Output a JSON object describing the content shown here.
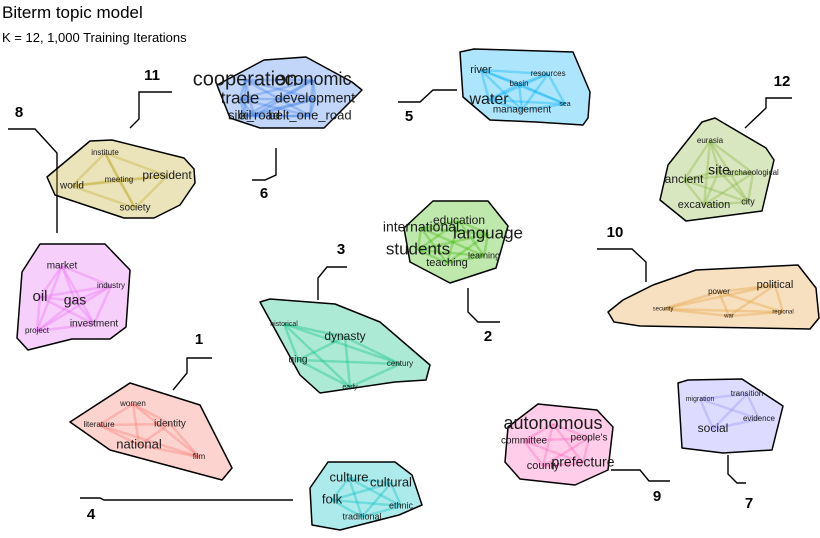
{
  "header": {
    "title": "Biterm topic model",
    "subtitle": "K = 12, 1,000 Training Iterations"
  },
  "topics": [
    {
      "id": "1",
      "color": "#f8766d",
      "words": [
        "women",
        "literature",
        "identity",
        "national",
        "film"
      ]
    },
    {
      "id": "2",
      "color": "#39b600",
      "words": [
        "education",
        "international",
        "language",
        "students",
        "learning",
        "teaching"
      ]
    },
    {
      "id": "3",
      "color": "#00bf7d",
      "words": [
        "historical",
        "dynasty",
        "qing",
        "century",
        "early"
      ]
    },
    {
      "id": "4",
      "color": "#00bfc4",
      "words": [
        "culture",
        "cultural",
        "folk",
        "ethnic",
        "traditional"
      ]
    },
    {
      "id": "5",
      "color": "#00b0f6",
      "words": [
        "river",
        "resources",
        "basin",
        "water",
        "sea",
        "management"
      ]
    },
    {
      "id": "6",
      "color": "#3d7ee8",
      "words": [
        "cooperation",
        "economic",
        "trade",
        "development",
        "silk_road",
        "belt_one_road",
        "oil"
      ]
    },
    {
      "id": "7",
      "color": "#9590ff",
      "words": [
        "migration",
        "transition",
        "evidence",
        "social"
      ]
    },
    {
      "id": "8",
      "color": "#e76bf3",
      "words": [
        "market",
        "industry",
        "oil",
        "gas",
        "investment",
        "project"
      ]
    },
    {
      "id": "9",
      "color": "#ff62bc",
      "words": [
        "autonomous",
        "committee",
        "people's",
        "county",
        "prefecture"
      ]
    },
    {
      "id": "10",
      "color": "#e69f39",
      "words": [
        "political",
        "power",
        "security",
        "regional",
        "war"
      ]
    },
    {
      "id": "11",
      "color": "#c0a829",
      "words": [
        "institute",
        "world",
        "meeting",
        "president",
        "society"
      ]
    },
    {
      "id": "12",
      "color": "#86b43a",
      "words": [
        "eurasia",
        "site",
        "archaeological",
        "ancient",
        "excavation",
        "city"
      ]
    }
  ]
}
